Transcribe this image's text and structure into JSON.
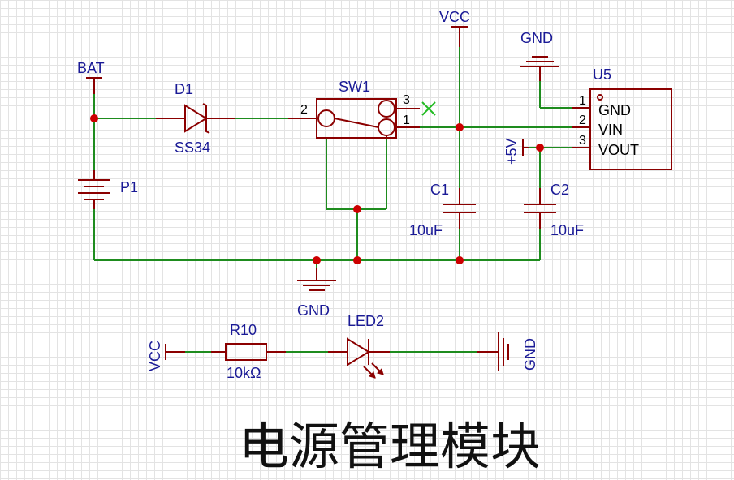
{
  "title": "电源管理模块",
  "net_labels": {
    "bat": "BAT",
    "vcc_top": "VCC",
    "gnd_top": "GND",
    "gnd_bottom": "GND",
    "vcc_led": "VCC",
    "gnd_led": "GND",
    "plus5v": "+5V"
  },
  "components": {
    "d1": {
      "ref": "D1",
      "value": "SS34"
    },
    "sw1": {
      "ref": "SW1",
      "pins": [
        "2",
        "3",
        "1"
      ]
    },
    "p1": {
      "ref": "P1"
    },
    "c1": {
      "ref": "C1",
      "value": "10uF"
    },
    "c2": {
      "ref": "C2",
      "value": "10uF"
    },
    "u5": {
      "ref": "U5",
      "pin_numbers": [
        "1",
        "2",
        "3"
      ],
      "pin_names": [
        "GND",
        "VIN",
        "VOUT"
      ]
    },
    "r10": {
      "ref": "R10",
      "value": "10kΩ"
    },
    "led2": {
      "ref": "LED2"
    }
  },
  "colors": {
    "wire": "#1e8c1e",
    "symbol": "#8b0000",
    "junction": "#cc0000",
    "label": "#1a1a96",
    "no_connect": "#22bb22"
  }
}
